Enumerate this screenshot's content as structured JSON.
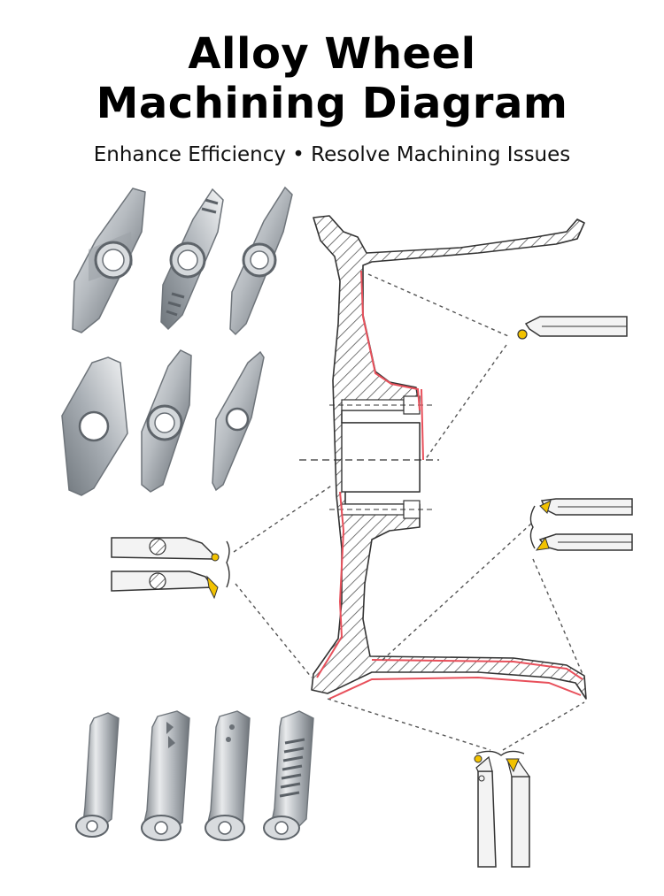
{
  "header": {
    "title_line1": "Alloy Wheel",
    "title_line2": "Machining Diagram",
    "subtitle": "Enhance Efficiency • Resolve Machining Issues"
  },
  "colors": {
    "insert_metal": "#b9bec3",
    "insert_dark": "#7d848b",
    "tool_tip_gold": "#f2c200",
    "cut_line": "#e8505b",
    "hatch": "#555555",
    "leader": "#555555"
  },
  "icons": {
    "inserts_row1": [
      "round-nose-insert-icon",
      "serrated-v-insert-icon",
      "v-insert-icon"
    ],
    "inserts_row2": [
      "wiper-insert-icon",
      "chipbreaker-insert-icon",
      "diamond-insert-icon"
    ],
    "grooving_inserts": [
      "double-end-insert-icon",
      "double-end-chipbreaker-insert-icon",
      "double-end-dotted-insert-icon",
      "double-end-serrated-insert-icon"
    ],
    "tools": [
      "boring-bar-icon",
      "turning-tool-icon",
      "facing-tool-icon",
      "shank-tool-icon"
    ]
  }
}
